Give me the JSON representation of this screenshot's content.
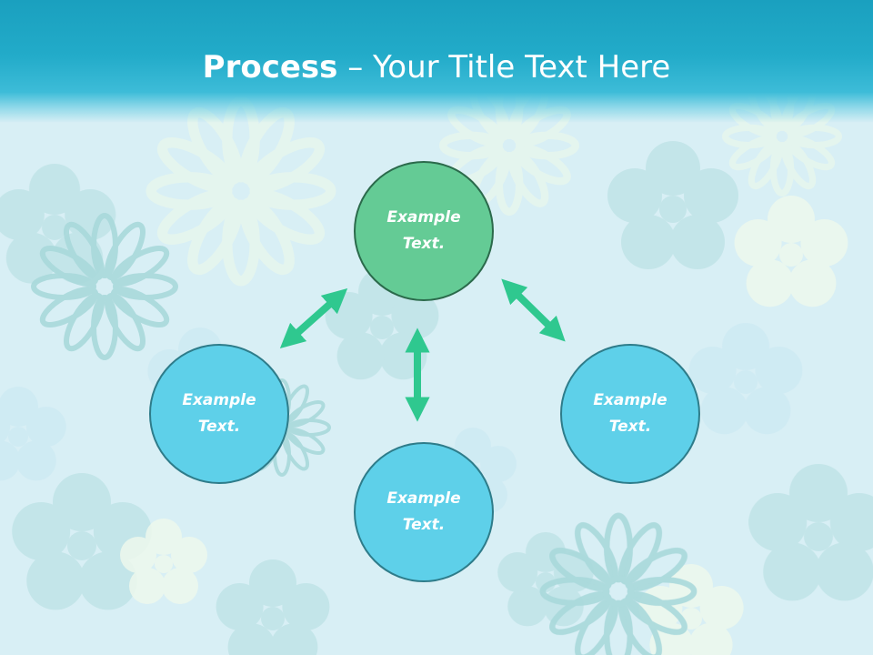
{
  "title": {
    "bold": "Process",
    "separator": " – ",
    "rest": "Your Title Text Here"
  },
  "nodes": {
    "top": {
      "label": "Example\nText.",
      "color": "#64cb95"
    },
    "left": {
      "label": "Example\nText.",
      "color": "#5ed0e9"
    },
    "right": {
      "label": "Example\nText.",
      "color": "#5ed0e9"
    },
    "bottom": {
      "label": "Example\nText.",
      "color": "#5ed0e9"
    }
  },
  "colors": {
    "header": "#1aa0bf",
    "arrow": "#2fc88f",
    "background": "#dff2f6"
  },
  "icons": {
    "arrow": "double-headed-arrow"
  }
}
